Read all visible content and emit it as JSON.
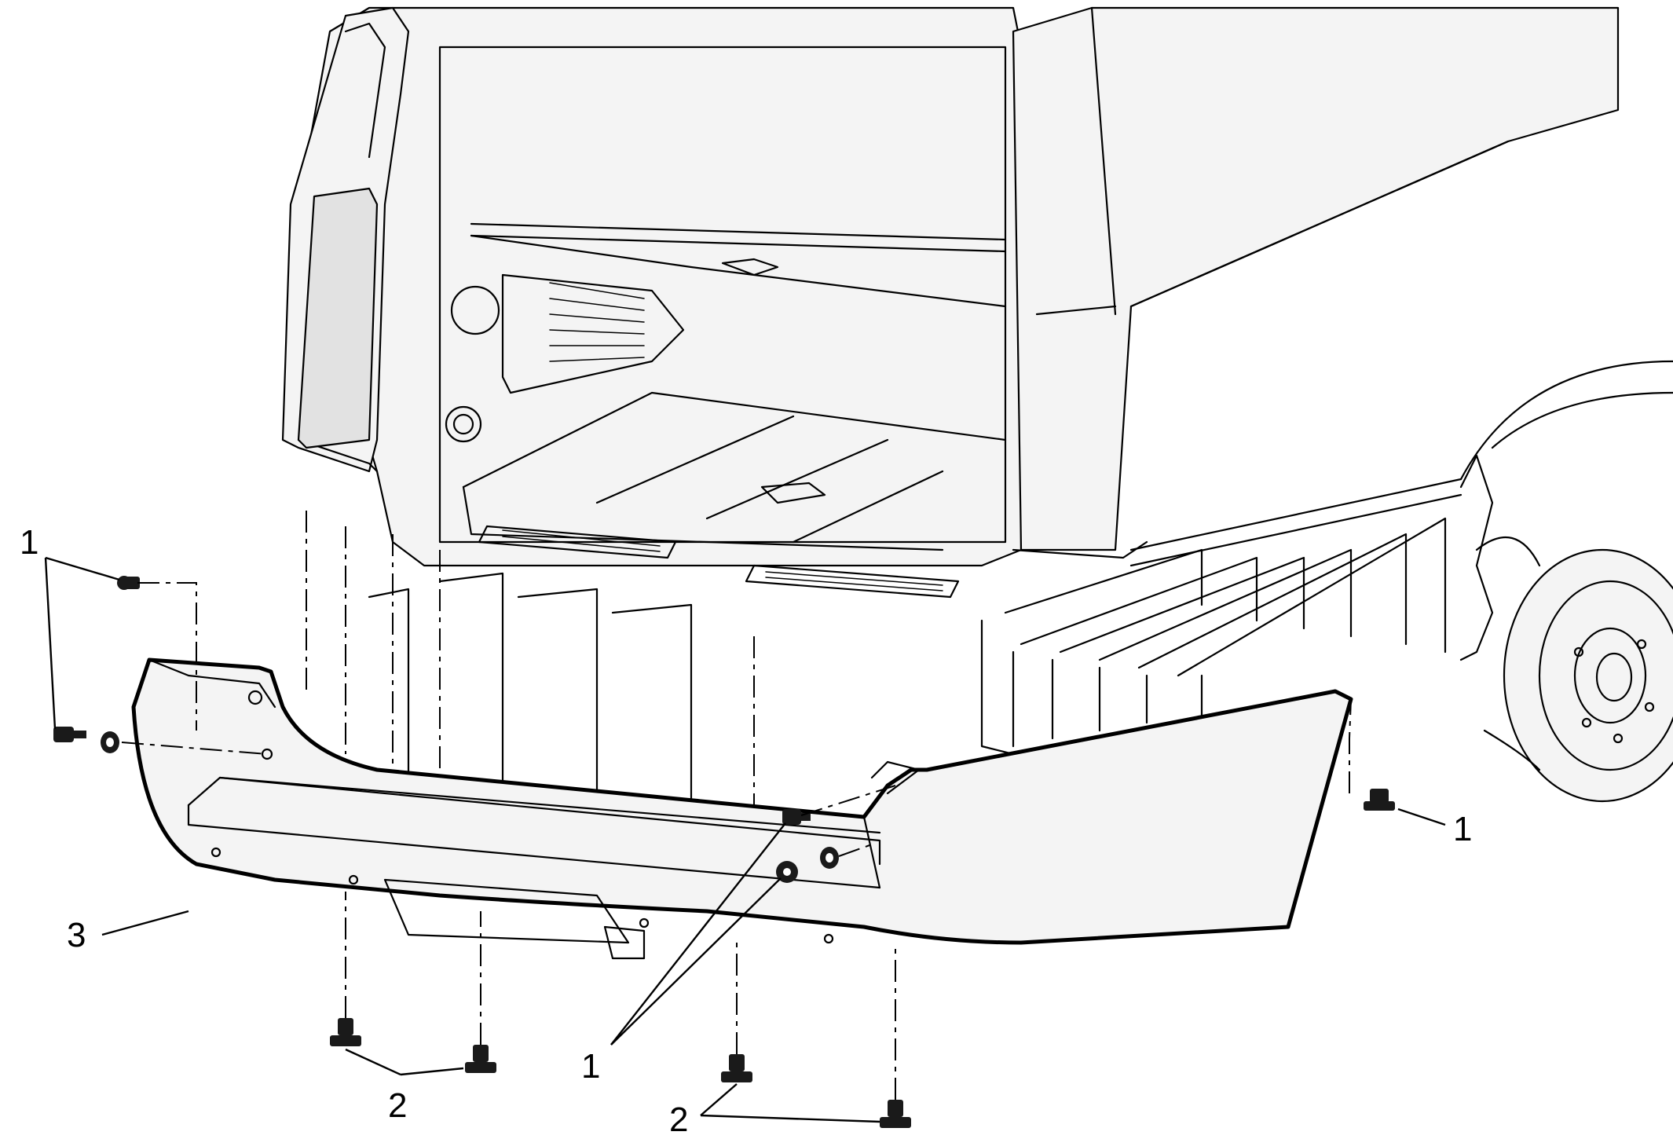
{
  "callouts": [
    {
      "id": "callout-1-left",
      "label": "1"
    },
    {
      "id": "callout-1-right",
      "label": "1"
    },
    {
      "id": "callout-1-center",
      "label": "1"
    },
    {
      "id": "callout-2-left",
      "label": "2"
    },
    {
      "id": "callout-2-right",
      "label": "2"
    },
    {
      "id": "callout-3",
      "label": "3"
    }
  ]
}
